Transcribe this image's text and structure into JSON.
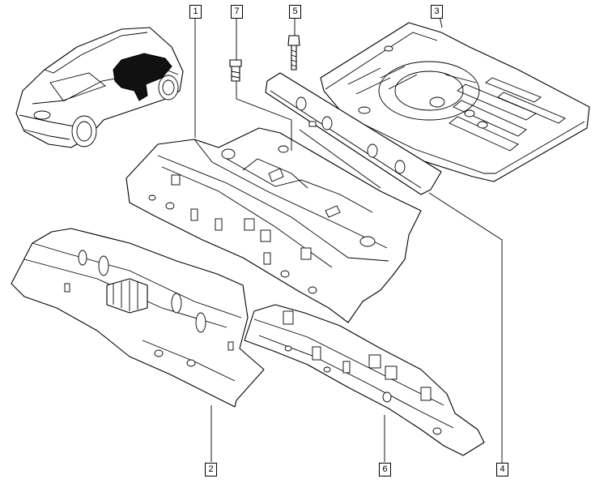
{
  "diagram": {
    "callouts": [
      {
        "id": "1",
        "label": "1",
        "part": "central-floor-panel"
      },
      {
        "id": "2",
        "label": "2",
        "part": "front-floor-crossmember"
      },
      {
        "id": "3",
        "label": "3",
        "part": "rear-floor-panel"
      },
      {
        "id": "4",
        "label": "4",
        "part": "rear-crossmember-bar"
      },
      {
        "id": "5",
        "label": "5",
        "part": "bolt"
      },
      {
        "id": "6",
        "label": "6",
        "part": "rear-floor-crossmember"
      },
      {
        "id": "7",
        "label": "7",
        "part": "clip"
      }
    ],
    "colors": {
      "line": "#000000",
      "background": "#ffffff",
      "highlight": "#111111"
    }
  }
}
